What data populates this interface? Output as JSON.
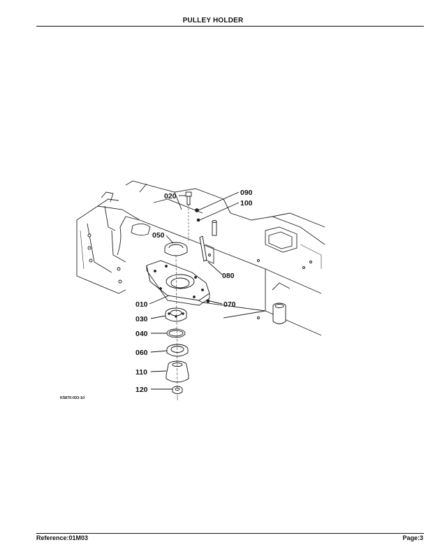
{
  "header": {
    "title": "PULLEY HOLDER"
  },
  "diagram": {
    "figure_code": "K5870-003-10",
    "labels": {
      "p010": "010",
      "p020": "020",
      "p030": "030",
      "p040": "040",
      "p050": "050",
      "p060": "060",
      "p070": "070",
      "p080": "080",
      "p090": "090",
      "p100": "100",
      "p110": "110",
      "p120": "120"
    }
  },
  "footer": {
    "reference": "Reference:01M03",
    "page": "Page:3"
  }
}
